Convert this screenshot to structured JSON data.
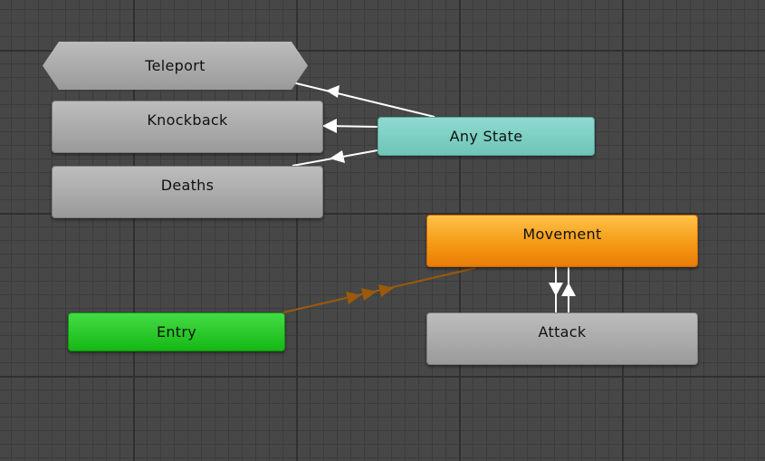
{
  "states": {
    "teleport": "Teleport",
    "knockback": "Knockback",
    "deaths": "Deaths",
    "any_state": "Any State",
    "movement": "Movement",
    "attack": "Attack",
    "entry": "Entry"
  },
  "colors": {
    "canvas_background": "#474747",
    "grid_major": "#303030",
    "grid_minor": "#3c3c3c",
    "state_default": "#a8a8a8",
    "any_state": "#7ccfc3",
    "default_state": "#f59a16",
    "entry": "#22c422",
    "transition_line": "#ffffff",
    "entry_transition_line": "#9a5a0a"
  }
}
